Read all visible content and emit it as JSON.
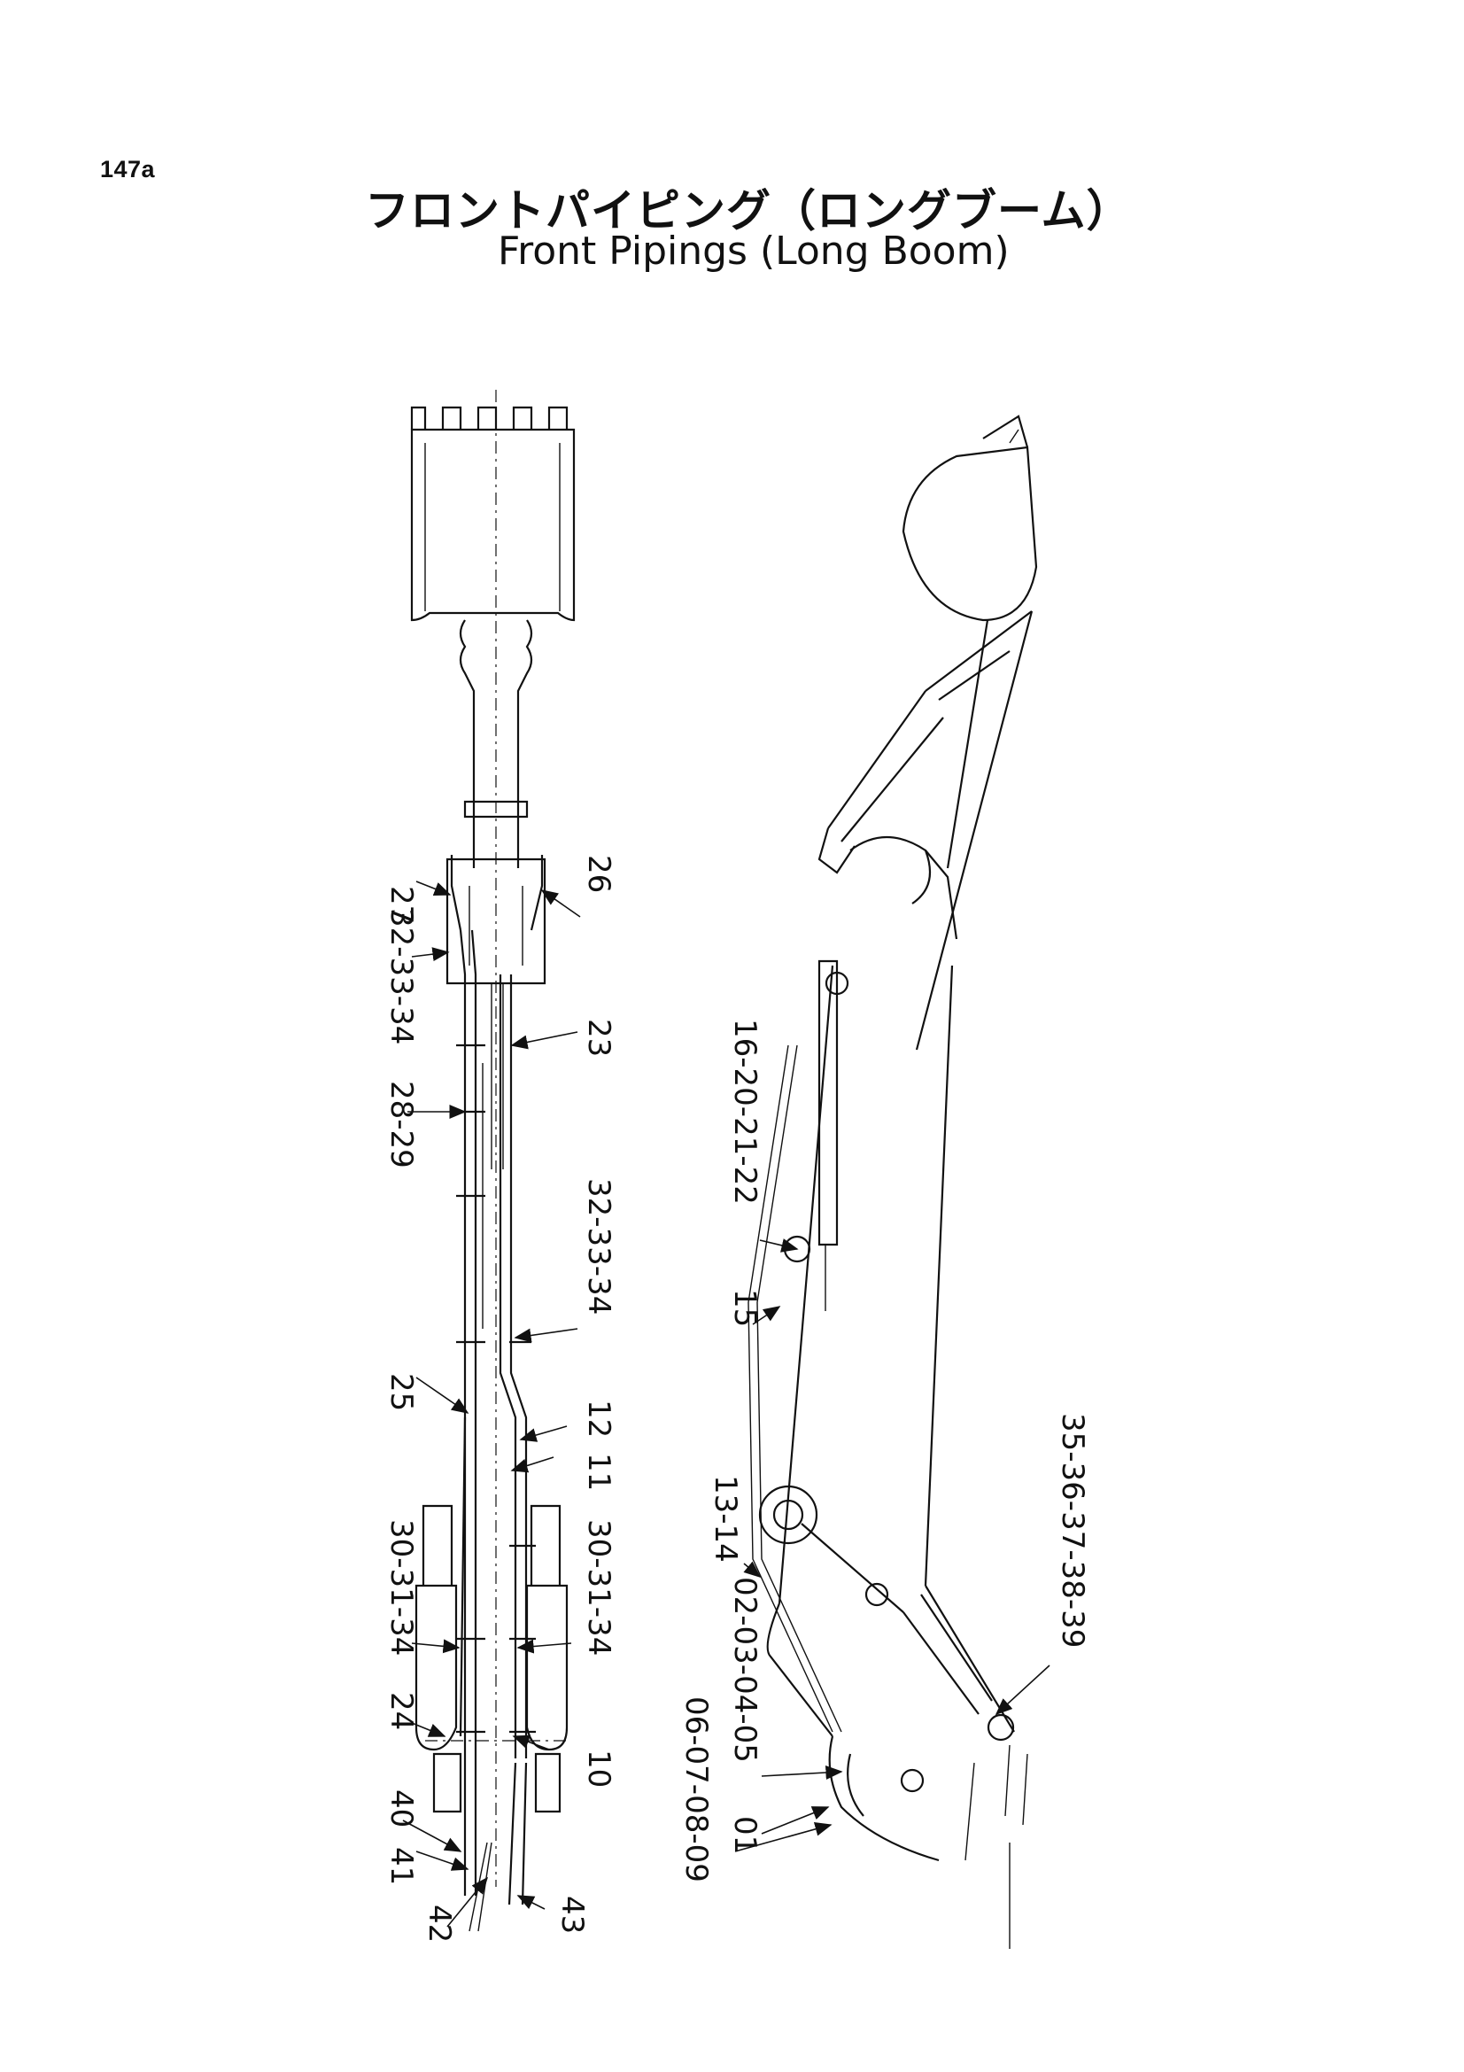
{
  "page_number": "147a",
  "title_jp": "フロントパイピング（ロングブーム）",
  "title_en": "Front Pipings (Long Boom)",
  "callouts_left": [
    "27",
    "26",
    "32-33-34",
    "23",
    "28-29",
    "32-33-34",
    "25",
    "12",
    "11",
    "30-31-34",
    "30-31-34",
    "24",
    "10",
    "40",
    "41",
    "42",
    "43"
  ],
  "callouts_right": [
    "16-20-21-22",
    "15",
    "13-14",
    "35-36-37-38-39",
    "06-07-08-09",
    "02-03-04-05",
    "01"
  ]
}
